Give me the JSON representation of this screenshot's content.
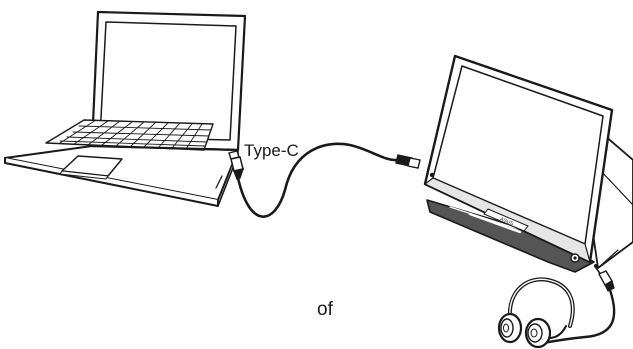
{
  "labels": {
    "cable": "Type-C",
    "caption": "of"
  },
  "devices": {
    "laptop": "laptop-icon",
    "monitor": "portable-monitor-icon",
    "headphones": "headphones-icon",
    "connector": "usb-c-connector-icon"
  },
  "monitor_logo": "ASUS",
  "colors": {
    "line": "#1a1a1a",
    "fill": "#ffffff",
    "shade": "#d9d9d9",
    "dark_base": "#555555"
  }
}
